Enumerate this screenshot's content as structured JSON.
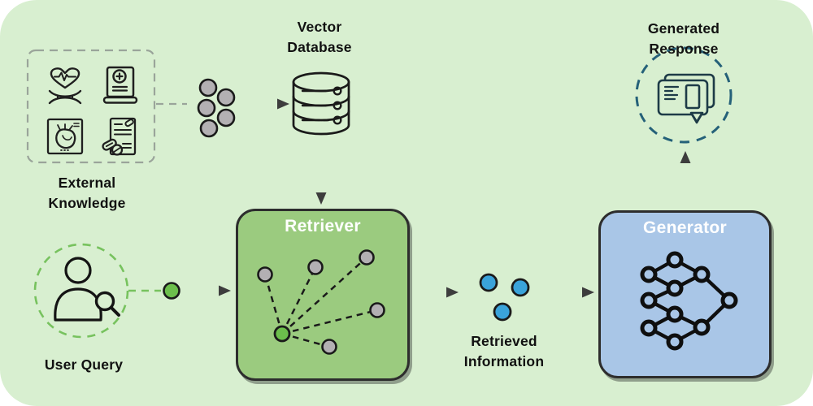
{
  "labels": {
    "external_knowledge": "External\nKnowledge",
    "vector_database": "Vector\nDatabase",
    "user_query": "User Query",
    "retriever": "Retriever",
    "retrieved_information": "Retrieved\nInformation",
    "generator": "Generator",
    "generated_response": "Generated Response"
  },
  "colors": {
    "canvas_background": "#d8efd0",
    "page_background": "#ffffff",
    "retriever_box_fill": "#9bcb7f",
    "generator_box_fill": "#a9c6e7",
    "box_border": "#2d2d2d",
    "box_title_text": "#ffffff",
    "label_text": "#111111",
    "gray_dot_fill": "#b3b0b3",
    "green_dot_fill": "#6cbf4c",
    "blue_dot_fill": "#3aa3da",
    "dot_stroke": "#1a1a1a",
    "arrow_dark": "#3d3d3d",
    "arrow_light": "#a6a6a6",
    "external_knowledge_dash": "#9aa49a",
    "user_query_dash": "#77c25e",
    "generated_response_dash": "#256179",
    "icon_stroke": "#1f1f1f",
    "chat_icon_stroke": "#1d3b47"
  },
  "components": [
    {
      "id": "external-knowledge",
      "type": "dashed-box",
      "label": "External Knowledge",
      "icons": [
        "heart-pulse-dna-icon",
        "medical-book-icon",
        "heart-xray-icon",
        "prescription-pills-icon"
      ]
    },
    {
      "id": "embedding-dots",
      "type": "dot-cluster",
      "dot_count": 5,
      "dot_color": "gray"
    },
    {
      "id": "vector-database",
      "type": "database-cylinder",
      "label": "Vector Database",
      "rows": 3
    },
    {
      "id": "user-query",
      "type": "dashed-circle",
      "label": "User Query",
      "icon": "person-search-icon"
    },
    {
      "id": "retriever",
      "type": "process-box",
      "label": "Retriever",
      "detail": "green query node linked by dashed lines to 5 gray candidate nodes"
    },
    {
      "id": "retrieved-information",
      "type": "dot-cluster",
      "dot_count": 3,
      "dot_color": "blue",
      "label": "Retrieved Information"
    },
    {
      "id": "generator",
      "type": "process-box",
      "label": "Generator",
      "icon": "neural-network-icon"
    },
    {
      "id": "generated-response",
      "type": "dashed-circle",
      "label": "Generated Response",
      "icon": "chat-document-icon"
    }
  ],
  "flows": [
    {
      "from": "external-knowledge",
      "to": "embedding-dots",
      "style": "dashed-line"
    },
    {
      "from": "embedding-dots",
      "to": "vector-database",
      "style": "arrow"
    },
    {
      "from": "vector-database",
      "to": "retriever",
      "style": "arrow"
    },
    {
      "from": "user-query",
      "to": "retriever",
      "style": "dashed-line-green-dot-arrow"
    },
    {
      "from": "retriever",
      "to": "retrieved-information",
      "style": "arrow"
    },
    {
      "from": "retrieved-information",
      "to": "generator",
      "style": "arrow"
    },
    {
      "from": "generator",
      "to": "generated-response",
      "style": "arrow"
    }
  ]
}
